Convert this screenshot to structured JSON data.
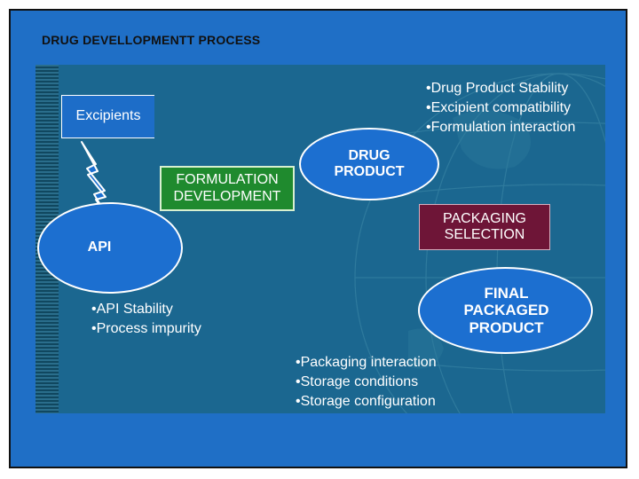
{
  "slide": {
    "title": "DRUG DEVELLOPMENTT PROCESS"
  },
  "diagram": {
    "excipients_label": "Excipients",
    "formulation": {
      "line1": "FORMULATION",
      "line2": "DEVELOPMENT"
    },
    "api_label": "API",
    "drug_product": {
      "line1": "DRUG",
      "line2": "PRODUCT"
    },
    "packaging": {
      "line1": "PACKAGING",
      "line2": "SELECTION"
    },
    "final": {
      "line1": "FINAL",
      "line2": "PACKAGED",
      "line3": "PRODUCT"
    },
    "drug_product_notes": [
      "Drug Product Stability",
      "Excipient compatibility",
      "Formulation interaction"
    ],
    "api_notes": [
      "API Stability",
      "Process impurity"
    ],
    "packaging_notes": [
      "Packaging interaction",
      "Storage conditions",
      "Storage configuration"
    ]
  },
  "colors": {
    "frame_background": "#1f6fc6",
    "panel_background": "#1b6790",
    "ellipse_fill": "#1c6fd0",
    "formulation_fill": "#1f8a2e",
    "packaging_fill": "#6e1537"
  }
}
